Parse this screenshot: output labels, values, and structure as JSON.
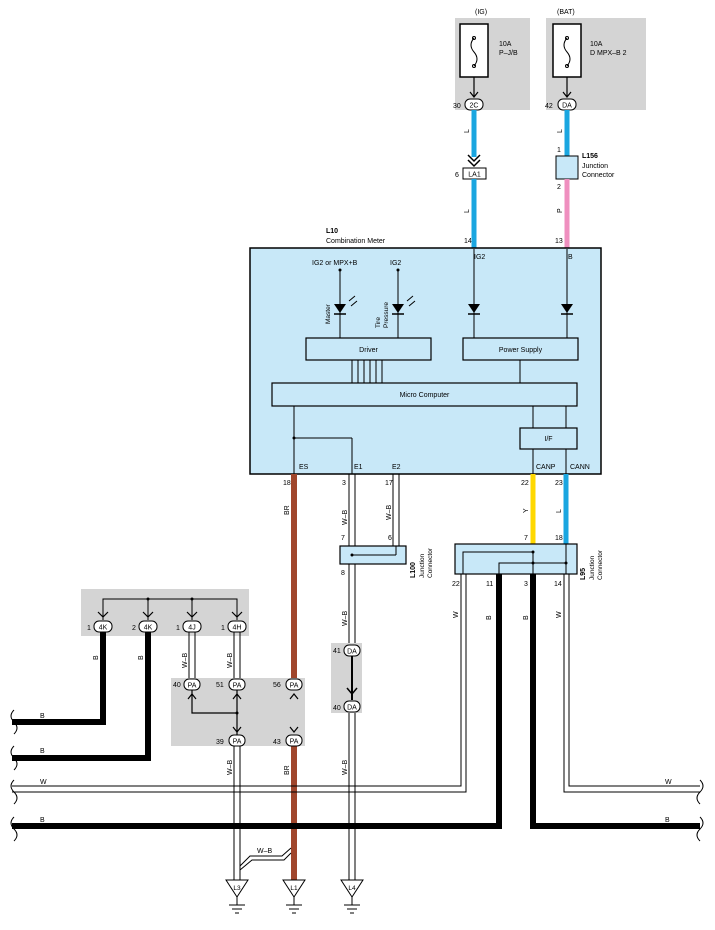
{
  "fuses": {
    "ig": {
      "header": "(IG)",
      "rating": "10A",
      "name": "P–J/B",
      "pin": "30",
      "conn": "2C"
    },
    "bat": {
      "header": "(BAT)",
      "rating": "10A",
      "name": "D MPX–B 2",
      "pin": "42",
      "conn": "DA"
    }
  },
  "connectors": {
    "la1": {
      "label": "LA1",
      "pin": "6"
    },
    "l156": {
      "id": "L156",
      "desc1": "Junction",
      "desc2": "Connector",
      "pin_in": "1",
      "pin_out": "2"
    },
    "l10": {
      "id": "L10",
      "desc": "Combination Meter",
      "pin_ig": "14",
      "pin_b": "13"
    },
    "l100": {
      "id": "L100",
      "desc1": "Junction",
      "desc2": "Connector",
      "pin7": "7",
      "pin6": "6",
      "pin8": "8"
    },
    "l95": {
      "id": "L95",
      "desc1": "Junction",
      "desc2": "Connector",
      "pin7": "7",
      "pin18": "18",
      "pin22": "22",
      "pin11": "11",
      "pin3": "3",
      "pin14": "14"
    }
  },
  "meter": {
    "lamp_supply": "IG2 or MPX+B",
    "ig2_top": "IG2",
    "lamp_master": "Master",
    "lamp_tire1": "Tire",
    "lamp_tire2": "Pressure",
    "ig2_pin": "IG2",
    "b_pin": "B",
    "driver": "Driver",
    "power_supply": "Power Supply",
    "micro": "Micro Computer",
    "if": "I/F",
    "es": "ES",
    "e1": "E1",
    "e2": "E2",
    "canp": "CANP",
    "cann": "CANN"
  },
  "meter_pins": {
    "es": "18",
    "e1": "3",
    "e2": "17",
    "canp": "22",
    "cann": "23"
  },
  "wire_colors": {
    "l": "L",
    "p": "P",
    "br": "BR",
    "wb": "W–B",
    "y": "Y",
    "b": "B",
    "w": "W"
  },
  "colors": {
    "blue": "#1aa6e0",
    "pink": "#ef8fbf",
    "brown": "#a0462c",
    "yellow": "#ffd800",
    "grey_panel": "#d4d4d4",
    "meter_fill": "#c8e8f8"
  },
  "left_connectors": {
    "c1": {
      "pin": "1",
      "conn": "4K"
    },
    "c2": {
      "pin": "2",
      "conn": "4K"
    },
    "c3": {
      "pin": "1",
      "conn": "4J"
    },
    "c4": {
      "pin": "1",
      "conn": "4H"
    }
  },
  "pa_connectors": {
    "a": {
      "pin": "40",
      "conn": "PA"
    },
    "b": {
      "pin": "51",
      "conn": "PA"
    },
    "c": {
      "pin": "56",
      "conn": "PA"
    },
    "d": {
      "pin": "39",
      "conn": "PA"
    },
    "e": {
      "pin": "43",
      "conn": "PA"
    }
  },
  "da_connectors": {
    "a": {
      "pin": "41",
      "conn": "DA"
    },
    "b": {
      "pin": "40",
      "conn": "DA"
    }
  },
  "grounds": {
    "l3": "L3",
    "l1": "L1",
    "l4": "L4"
  },
  "bottom_wb": "W–B"
}
